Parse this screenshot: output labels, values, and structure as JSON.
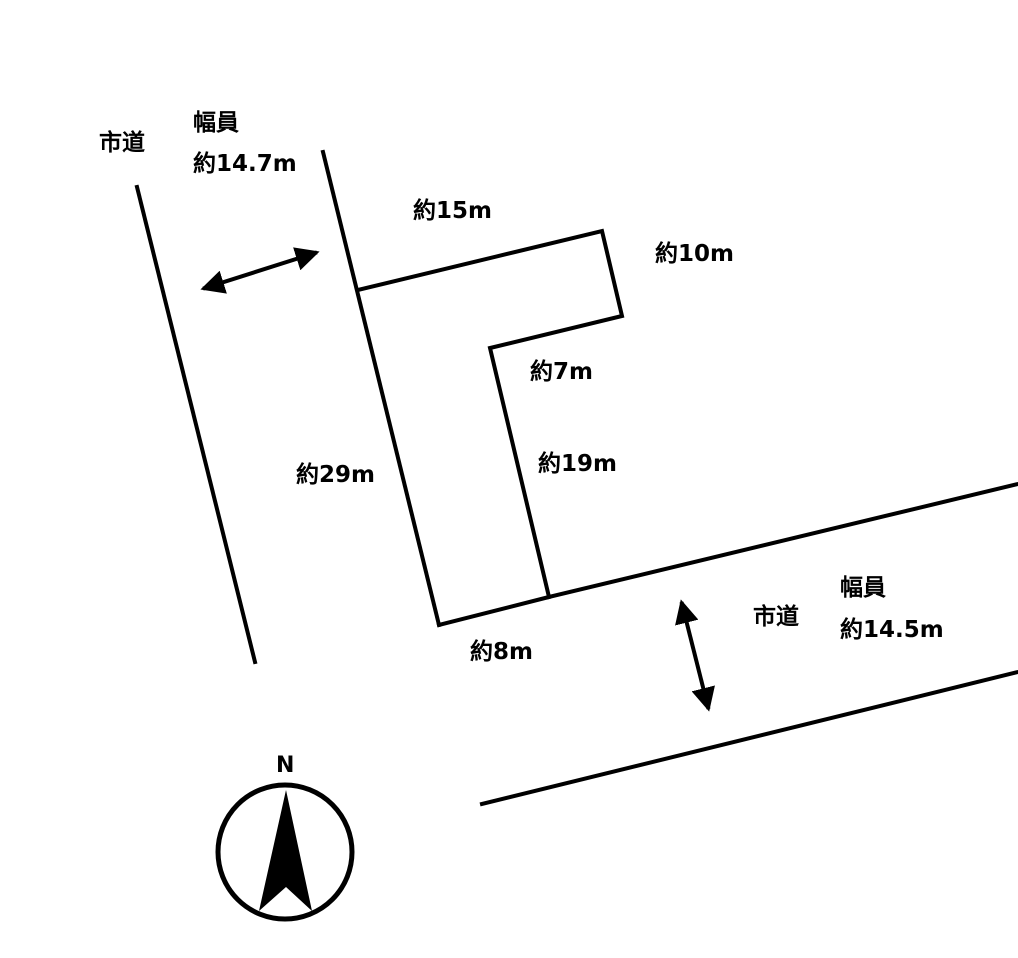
{
  "labels": {
    "west_road": "市道",
    "west_road_width_title": "幅員",
    "west_road_width": "約14.7m",
    "north_side": "約15m",
    "east_short_side": "約10m",
    "inner_side": "約7m",
    "inner_long_side": "約19m",
    "west_side": "約29m",
    "south_side": "約8m",
    "south_road": "市道",
    "south_road_width_title": "幅員",
    "south_road_width": "約14.5m",
    "compass_north": "N"
  },
  "colors": {
    "line": "#000000",
    "background": "#ffffff"
  }
}
